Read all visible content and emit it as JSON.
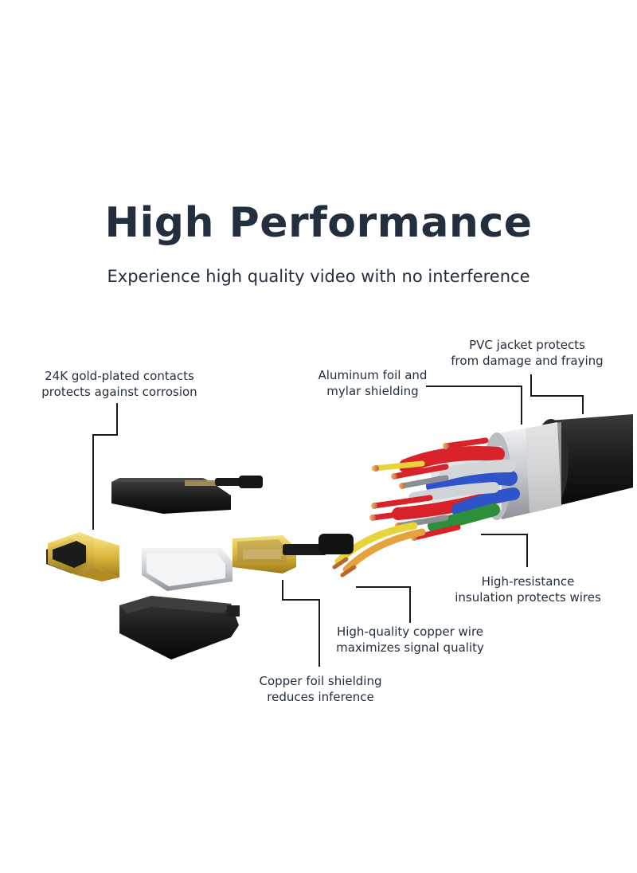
{
  "header": {
    "title": "High Performance",
    "subtitle": "Experience high quality video with no interference"
  },
  "callouts": {
    "gold_contacts": [
      "24K gold-plated contacts",
      "protects against corrosion"
    ],
    "aluminum_foil": [
      "Aluminum foil and",
      "mylar shielding"
    ],
    "pvc_jacket": [
      "PVC jacket protects",
      "from damage and fraying"
    ],
    "insulation": [
      "High-resistance",
      "insulation protects wires"
    ],
    "copper_wire": [
      "High-quality copper wire",
      "maximizes signal quality"
    ],
    "copper_foil": [
      "Copper foil shielding",
      "reduces inference"
    ]
  },
  "colors": {
    "text": "#232f3e",
    "leader_line": "#1a1a1a",
    "gold": "#d9b43a",
    "jacket": "#1c1c1c",
    "foil": "#c8cbcf"
  }
}
